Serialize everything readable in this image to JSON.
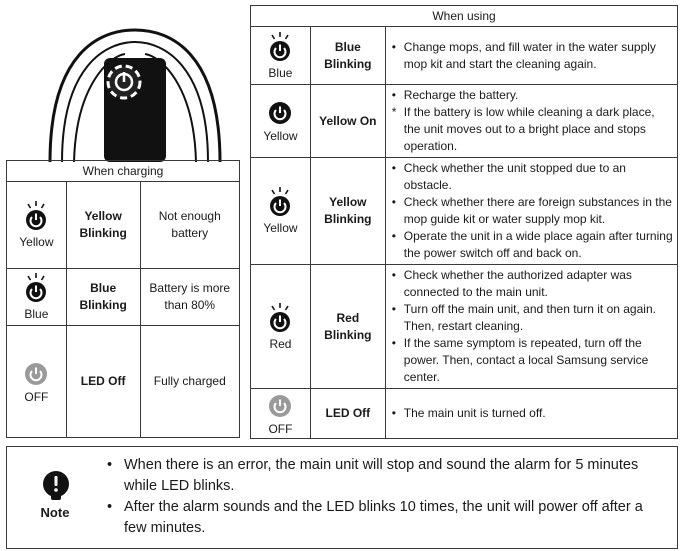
{
  "charging": {
    "header": "When charging",
    "rows": [
      {
        "led": "Yellow",
        "state": [
          "Yellow",
          "Blinking"
        ],
        "desc": [
          "Not enough",
          "battery"
        ],
        "color": "#111111"
      },
      {
        "led": "Blue",
        "state": [
          "Blue",
          "Blinking"
        ],
        "desc": [
          "Battery is more",
          "than 80%"
        ],
        "color": "#111111"
      },
      {
        "led": "OFF",
        "state": [
          "LED Off"
        ],
        "desc": [
          "Fully charged"
        ],
        "color": "#9a9a9a"
      }
    ]
  },
  "using": {
    "header": "When using",
    "rows": [
      {
        "led": "Blue",
        "state": [
          "Blue",
          "Blinking"
        ],
        "items": [
          {
            "t": "b",
            "text": "Change mops, and fill water in the water supply mop kit and start the cleaning again."
          }
        ]
      },
      {
        "led": "Yellow",
        "state": [
          "Yellow On"
        ],
        "items": [
          {
            "t": "b",
            "text": "Recharge the battery."
          },
          {
            "t": "s",
            "text": "If the battery is low while cleaning a dark place, the unit moves out to a bright place and stops operation."
          }
        ]
      },
      {
        "led": "Yellow",
        "state": [
          "Yellow",
          "Blinking"
        ],
        "items": [
          {
            "t": "b",
            "text": "Check whether the unit stopped due to an obstacle."
          },
          {
            "t": "b",
            "text": "Check whether there are foreign substances in the mop guide kit or water supply mop kit."
          },
          {
            "t": "b",
            "text": "Operate the unit in a wide place again after turning the power switch off and back on."
          }
        ]
      },
      {
        "led": "Red",
        "state": [
          "Red",
          "Blinking"
        ],
        "items": [
          {
            "t": "b",
            "text": "Check whether the authorized adapter was connected to the main unit."
          },
          {
            "t": "b",
            "text": "Turn off the main unit, and then turn it on again. Then, restart cleaning."
          },
          {
            "t": "b",
            "text": "If the same symptom is repeated, turn off the power. Then, contact a local Samsung service center."
          }
        ]
      },
      {
        "led": "OFF",
        "state": [
          "LED Off"
        ],
        "items": [
          {
            "t": "b",
            "text": "The main unit is turned off."
          }
        ]
      }
    ]
  },
  "note": {
    "label": "Note",
    "items": [
      "When there is an error, the main unit will stop and sound the alarm for 5 minutes while LED blinks.",
      "After the alarm sounds and the LED blinks 10 times, the unit will power off after a few minutes."
    ]
  }
}
